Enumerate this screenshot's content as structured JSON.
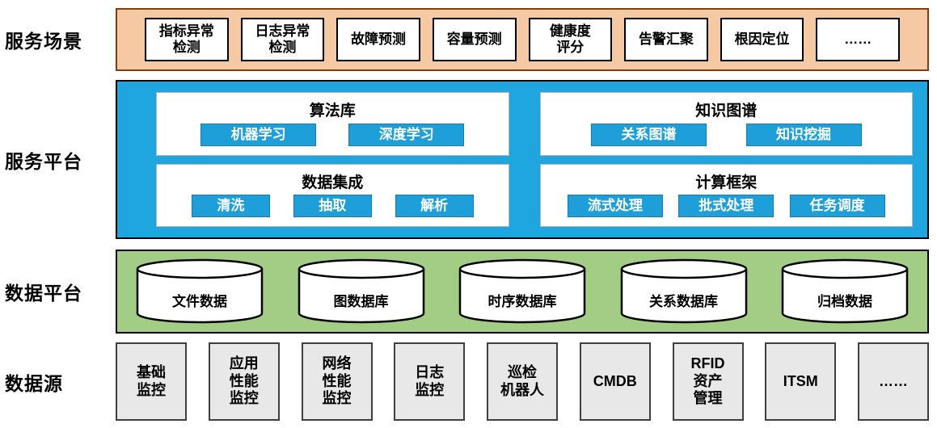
{
  "layers": {
    "scenarios": {
      "label": "服务场景",
      "items": [
        "指标异常\n检测",
        "日志异常\n检测",
        "故障预测",
        "容量预测",
        "健康度\n评分",
        "告警汇聚",
        "根因定位",
        "……"
      ]
    },
    "platform": {
      "label": "服务平台",
      "panels": [
        {
          "title": "算法库",
          "buttons": [
            "机器学习",
            "深度学习"
          ]
        },
        {
          "title": "知识图谱",
          "buttons": [
            "关系图谱",
            "知识挖掘"
          ]
        },
        {
          "title": "数据集成",
          "buttons": [
            "清洗",
            "抽取",
            "解析"
          ]
        },
        {
          "title": "计算框架",
          "buttons": [
            "流式处理",
            "批式处理",
            "任务调度"
          ]
        }
      ]
    },
    "data_platform": {
      "label": "数据平台",
      "databases": [
        "文件数据",
        "图数据库",
        "时序数据库",
        "关系数据库",
        "归档数据"
      ]
    },
    "data_sources": {
      "label": "数据源",
      "items": [
        "基础\n监控",
        "应用\n性能\n监控",
        "网络\n性能\n监控",
        "日志\n监控",
        "巡检\n机器人",
        "CMDB",
        "RFID\n资产\n管理",
        "ITSM",
        "……"
      ]
    }
  },
  "colors": {
    "scenario_band": "#F5C9A3",
    "scenario_border": "#843C0C",
    "platform_band": "#20A6DF",
    "button_blue": "#1E9FDA",
    "data_band": "#A3CD84",
    "source_box": "#E8E8E8"
  }
}
